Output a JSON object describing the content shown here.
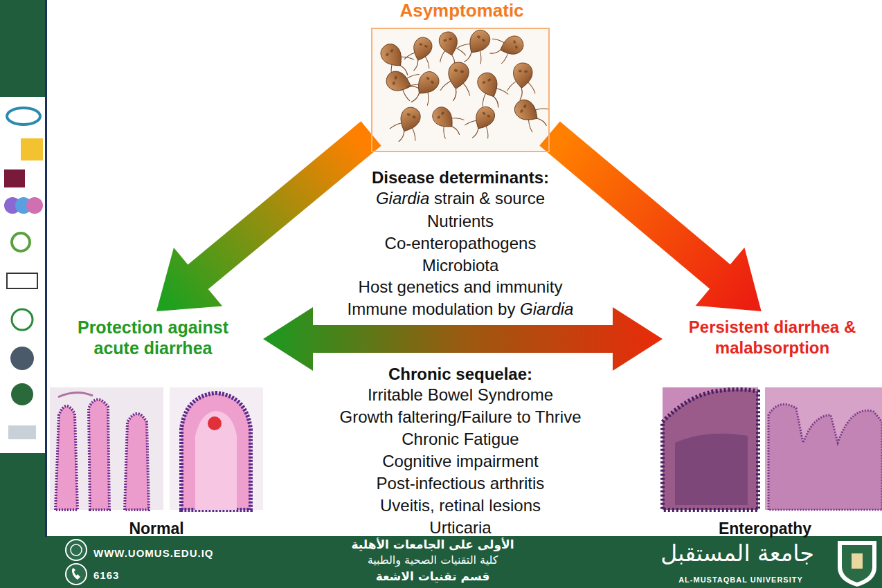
{
  "diagram": {
    "nodes": [
      {
        "text": [
          "Asymptomatic"
        ]
      },
      {
        "text": [
          "Protection against acute diarrhea",
          "Normal"
        ]
      },
      {
        "text": [
          "Persistent diarrhea & malabsorption",
          "Enteropathy"
        ]
      }
    ],
    "edges": [
      {
        "from": 0,
        "to": 1,
        "arrow": "to"
      },
      {
        "from": 0,
        "to": 2,
        "arrow": "to"
      },
      {
        "from": 1,
        "to": 2,
        "arrow": "both"
      }
    ],
    "labels": [
      "Disease determinants:",
      "Giardia strain & source",
      "Nutrients",
      "Co-enteropathogens",
      "Microbiota",
      "Host genetics and immunity",
      "Immune modulation by Giardia",
      "Chronic sequelae:",
      "Irritable Bowel Syndrome",
      "Growth faltering/Failure to Thrive",
      "Chronic Fatigue",
      "Cognitive impairment",
      "Post-infectious arthritis",
      "Uveitis, retinal lesions",
      "Urticaria",
      "WWW.UOMUS.EDU.IQ",
      "6163",
      "الأولى على الجامعات الأهلية",
      "كلية التقنيات الصحية والطبية",
      "قسم تقنيات الاشعة",
      "جامعة المستقبل",
      "AL-MUSTAQBAL UNIVERSITY"
    ]
  }
}
